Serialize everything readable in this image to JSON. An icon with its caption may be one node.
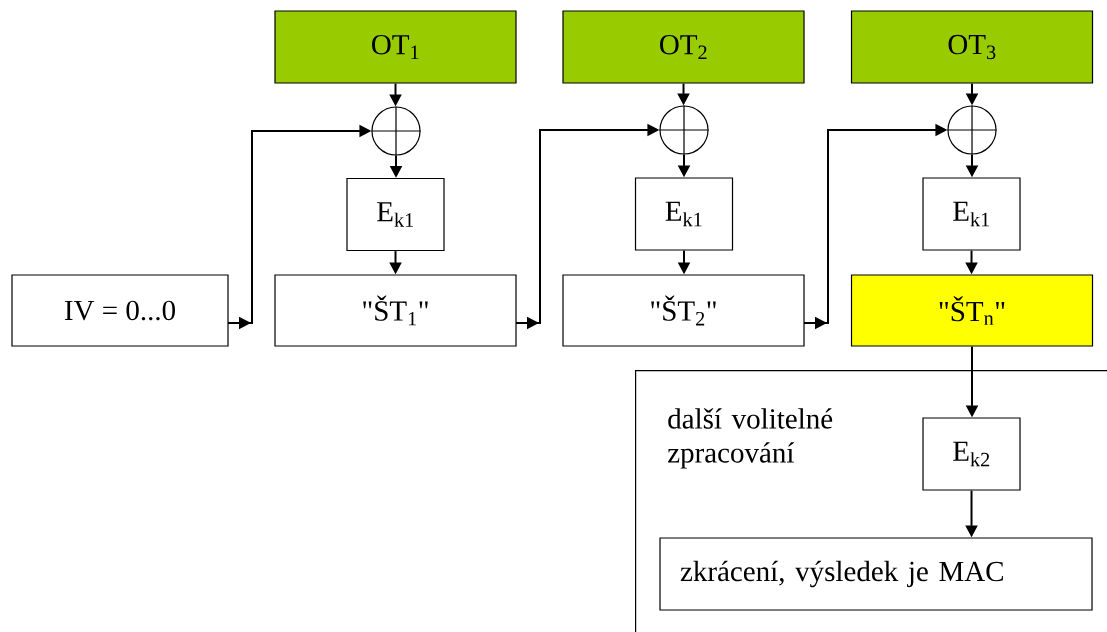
{
  "diagram": {
    "nodes": [
      {
        "text": [
          "OT$_{1}$"
        ]
      },
      {
        "text": [
          "OT$_{2}$"
        ]
      },
      {
        "text": [
          "OT$_{3}$"
        ]
      },
      {
        "text": [],
        "shape": "circle"
      },
      {
        "text": [],
        "shape": "circle"
      },
      {
        "text": [],
        "shape": "circle"
      },
      {
        "text": [
          "E$_{k1}$"
        ]
      },
      {
        "text": [
          "E$_{k1}$"
        ]
      },
      {
        "text": [
          "E$_{k1}$"
        ]
      },
      {
        "text": [
          "IV = 0...0"
        ]
      },
      {
        "text": [
          "\"ŠT$_{1}$\""
        ]
      },
      {
        "text": [
          "\"ŠT$_{2}$\""
        ]
      },
      {
        "text": [
          "\"ŠT$_{n}$\""
        ]
      },
      {
        "text": [
          "další volitelné zpracování"
        ]
      },
      {
        "text": [
          "E$_{k2}$"
        ],
        "in": 13
      },
      {
        "text": [
          "zkrácení, výsledek je MAC"
        ],
        "in": 13
      }
    ],
    "edges": [
      {
        "from": 0,
        "to": 3,
        "arrow": "to"
      },
      {
        "from": 3,
        "to": 6,
        "arrow": "to"
      },
      {
        "from": 6,
        "to": 10,
        "arrow": "to"
      },
      {
        "from": 9,
        "to": 3,
        "arrow": "to"
      },
      {
        "from": 1,
        "to": 4,
        "arrow": "to"
      },
      {
        "from": 4,
        "to": 7,
        "arrow": "to"
      },
      {
        "from": 7,
        "to": 11,
        "arrow": "to"
      },
      {
        "from": 10,
        "to": 4,
        "arrow": "to"
      },
      {
        "from": 2,
        "to": 5,
        "arrow": "to"
      },
      {
        "from": 5,
        "to": 8,
        "arrow": "to"
      },
      {
        "from": 8,
        "to": 12,
        "arrow": "to"
      },
      {
        "from": 11,
        "to": 5,
        "arrow": "to"
      },
      {
        "from": 12,
        "to": 14,
        "arrow": "to"
      },
      {
        "from": 14,
        "to": 15,
        "arrow": "to"
      }
    ]
  }
}
